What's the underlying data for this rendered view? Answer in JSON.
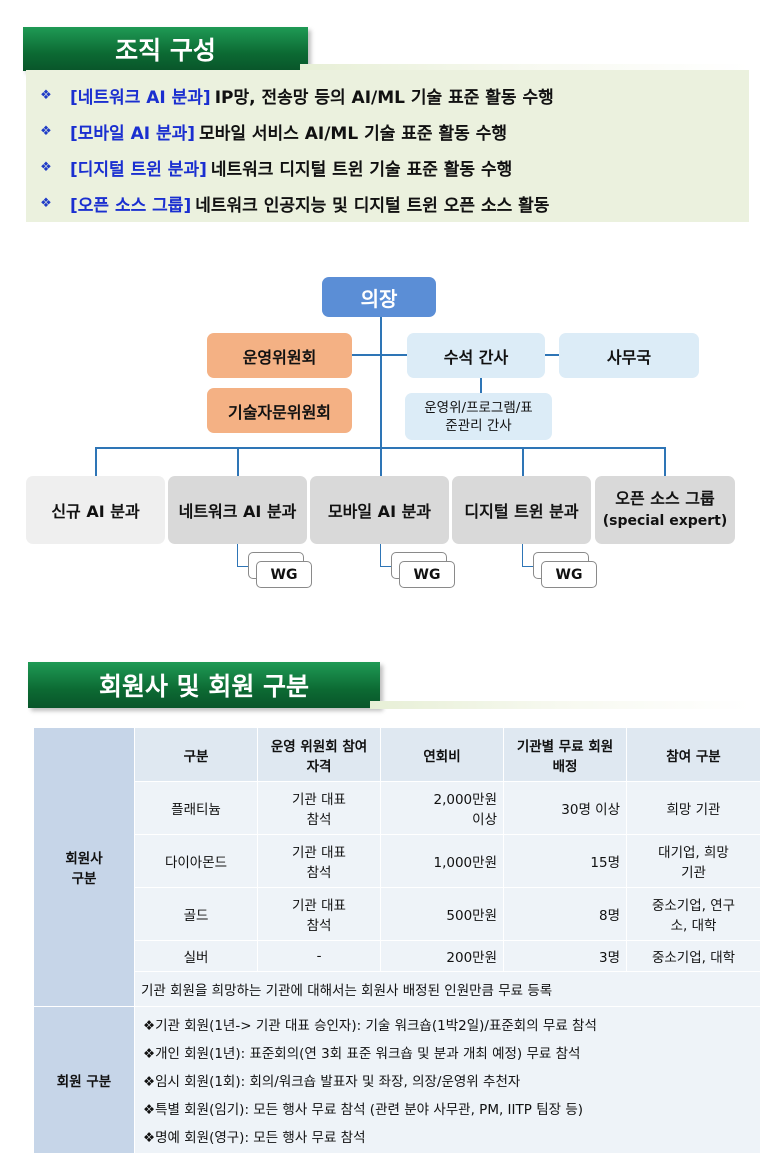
{
  "org": {
    "title": "조직 구성",
    "bullets": [
      {
        "category": "[네트워크 AI 분과]",
        "desc": "IP망, 전송망 등의 AI/ML 기술 표준 활동 수행"
      },
      {
        "category": "[모바일 AI 분과]",
        "desc": "모바일 서비스 AI/ML 기술 표준 활동 수행"
      },
      {
        "category": "[디지털 트윈 분과]",
        "desc": "네트워크 디지털 트윈 기술 표준 활동 수행"
      },
      {
        "category": "[오픈 소스 그룹]",
        "desc": "네트워크 인공지능 및 디지털 트윈 오픈 소스 활동"
      }
    ],
    "bullet_symbol": "❖",
    "chart": {
      "chair": "의장",
      "steering": "운영위원회",
      "advisory": "기술자문위원회",
      "chief_secretary": "수석 간사",
      "secretariat": "사무국",
      "sub_secretary": "운영위/프로그램/표준관리 간사",
      "divisions": [
        "신규 AI 분과",
        "네트워크 AI 분과",
        "모바일 AI 분과",
        "디지털 트윈 분과"
      ],
      "open_source_title": "오픈 소스 그룹",
      "open_source_sub": "(special expert)",
      "wg_label": "WG"
    }
  },
  "members": {
    "title": "회원사 및 회원 구분",
    "headers": [
      "구분",
      "운영 위원회 참여 자격",
      "연회비",
      "기관별 무료 회원 배정",
      "참여 구분"
    ],
    "company_label": "회원사 구분",
    "rows": [
      {
        "tier": "플래티늄",
        "qualification": "기관 대표 참석",
        "fee": "2,000만원 이상",
        "free": "30명 이상",
        "participation": "희망 기관"
      },
      {
        "tier": "다이아몬드",
        "qualification": "기관 대표 참석",
        "fee": "1,000만원",
        "free": "15명",
        "participation": "대기업, 희망 기관"
      },
      {
        "tier": "골드",
        "qualification": "기관 대표 참석",
        "fee": "500만원",
        "free": "8명",
        "participation": "중소기업, 연구소, 대학"
      },
      {
        "tier": "실버",
        "qualification": "-",
        "fee": "200만원",
        "free": "3명",
        "participation": "중소기업, 대학"
      }
    ],
    "note": "기관 회원을 희망하는 기관에 대해서는 회원사 배정된 인원만큼 무료 등록",
    "individual_label": "회원 구분",
    "individual": [
      "❖기관 회원(1년-> 기관 대표 승인자): 기술 워크숍(1박2일)/표준회의 무료 참석",
      "❖개인 회원(1년): 표준회의(연 3회 표준 워크숍 및 분과 개최 예정) 무료 참석",
      "❖임시 회원(1회): 회의/워크숍 발표자 및 좌장, 의장/운영위 추천자",
      "❖특별 회원(임기): 모든 행사 무료 참석 (관련 분야 사무관, PM, IITP 팀장 등)",
      "❖명예 회원(영구): 모든 행사 무료 참석"
    ]
  }
}
